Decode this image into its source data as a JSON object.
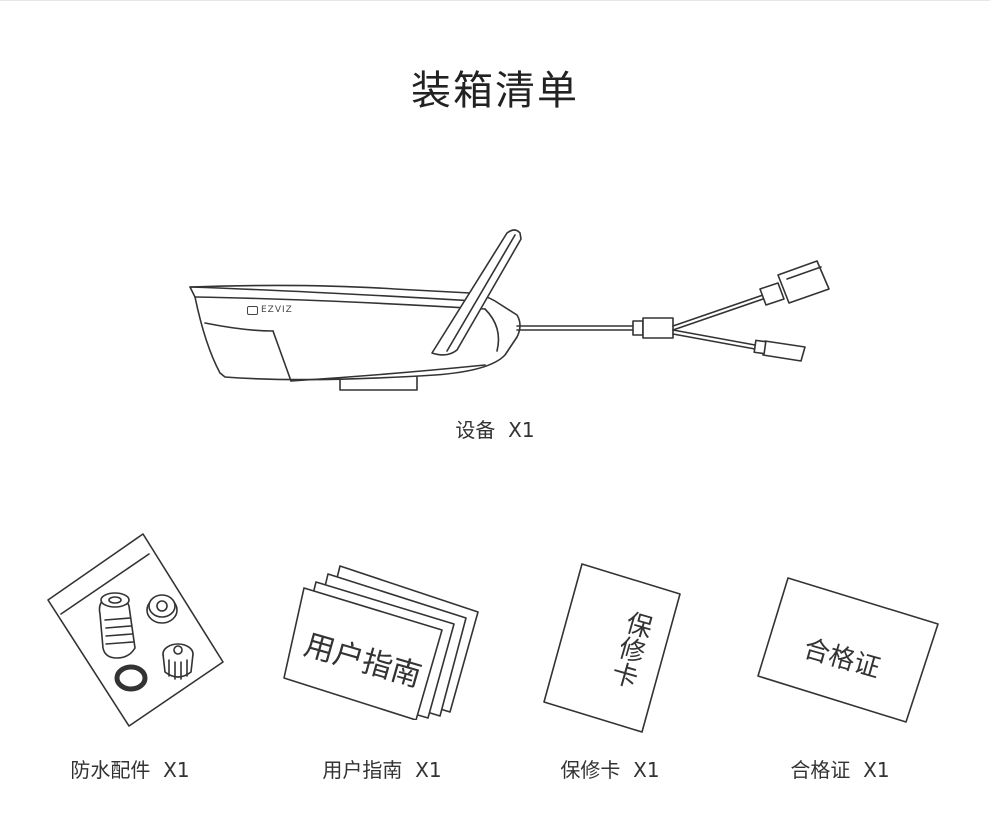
{
  "title": "装箱清单",
  "device": {
    "brand_logo": "EZVIZ",
    "caption": "设备  X1"
  },
  "items": [
    {
      "caption": "防水配件  X1"
    },
    {
      "caption": "用户指南  X1",
      "card_text": "用户指南"
    },
    {
      "caption": "保修卡  X1",
      "card_text": "保修卡"
    },
    {
      "caption": "合格证  X1",
      "card_text": "合格证"
    }
  ]
}
